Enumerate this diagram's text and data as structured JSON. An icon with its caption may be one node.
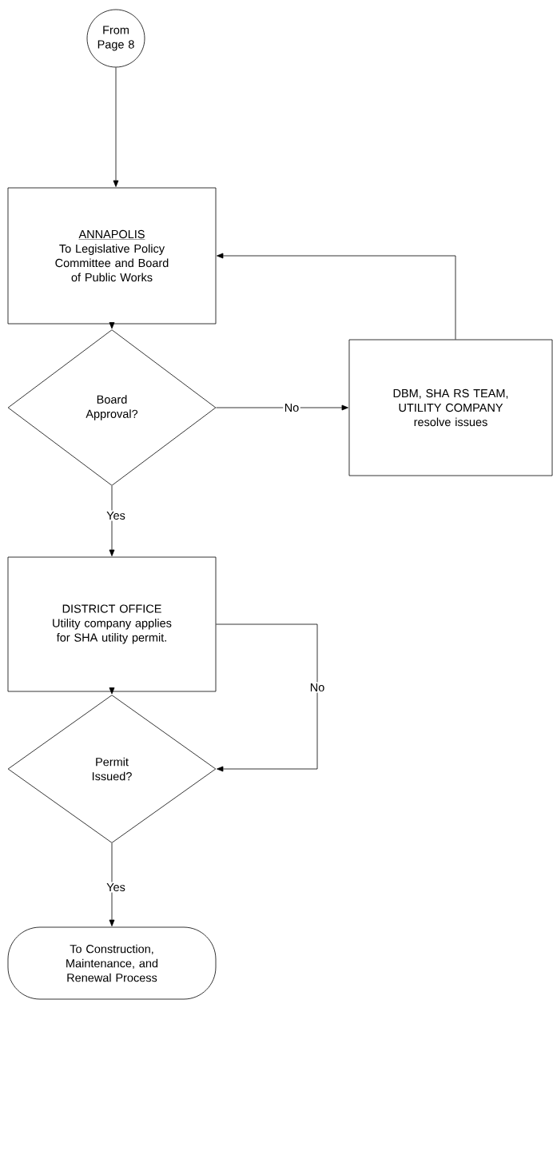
{
  "diagram": {
    "nodes": [
      {
        "text": [
          "From Page 8"
        ]
      },
      {
        "text": [
          "ANNAPOLIS",
          "To Legislative Policy Committee and Board of Public Works"
        ]
      },
      {
        "text": [
          "Board Approval?"
        ]
      },
      {
        "text": [
          "DBM, SHA RS TEAM, UTILITY COMPANY",
          "resolve issues"
        ]
      },
      {
        "text": [
          "DISTRICT OFFICE",
          "Utility company applies for SHA utility permit."
        ]
      },
      {
        "text": [
          "Permit Issued?"
        ]
      },
      {
        "text": [
          "To Construction, Maintenance, and Renewal Process"
        ]
      }
    ],
    "edges": [
      {
        "from": 0,
        "to": 1,
        "arrow": "to"
      },
      {
        "from": 1,
        "to": 2,
        "arrow": "to"
      },
      {
        "from": 2,
        "to": 3,
        "arrow": "to",
        "label": "No"
      },
      {
        "from": 3,
        "to": 1,
        "arrow": "to"
      },
      {
        "from": 2,
        "to": 4,
        "arrow": "to",
        "label": "Yes"
      },
      {
        "from": 4,
        "to": 5,
        "arrow": "to"
      },
      {
        "from": 4,
        "to": 5,
        "arrow": "to",
        "label": "No"
      },
      {
        "from": 5,
        "to": 6,
        "arrow": "to",
        "label": "Yes"
      }
    ]
  }
}
